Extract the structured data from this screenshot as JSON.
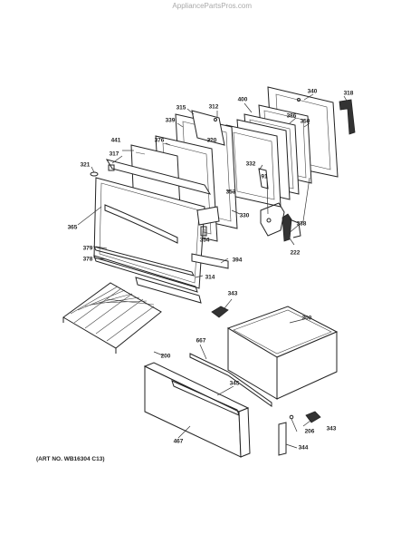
{
  "watermark": "AppliancePartsPros.com",
  "art_number": "(ART NO. WB16304 C13)",
  "callouts": {
    "c340": "340",
    "c318": "318",
    "c400": "400",
    "c315": "315",
    "c312": "312",
    "c386": "386",
    "c350": "350",
    "c339": "339",
    "c320": "320",
    "c376": "376",
    "c441": "441",
    "c317": "317",
    "c332": "332",
    "c321": "321",
    "c91": "91",
    "c353": "353",
    "c330": "330",
    "c338": "338",
    "c365": "365",
    "c354": "354",
    "c222": "222",
    "c379": "379",
    "c378": "378",
    "c394": "394",
    "c314": "314",
    "c343a": "343",
    "c300": "300",
    "c667": "667",
    "c200": "200",
    "c345": "345",
    "c206": "206",
    "c343b": "343",
    "c467": "467",
    "c344": "344"
  }
}
